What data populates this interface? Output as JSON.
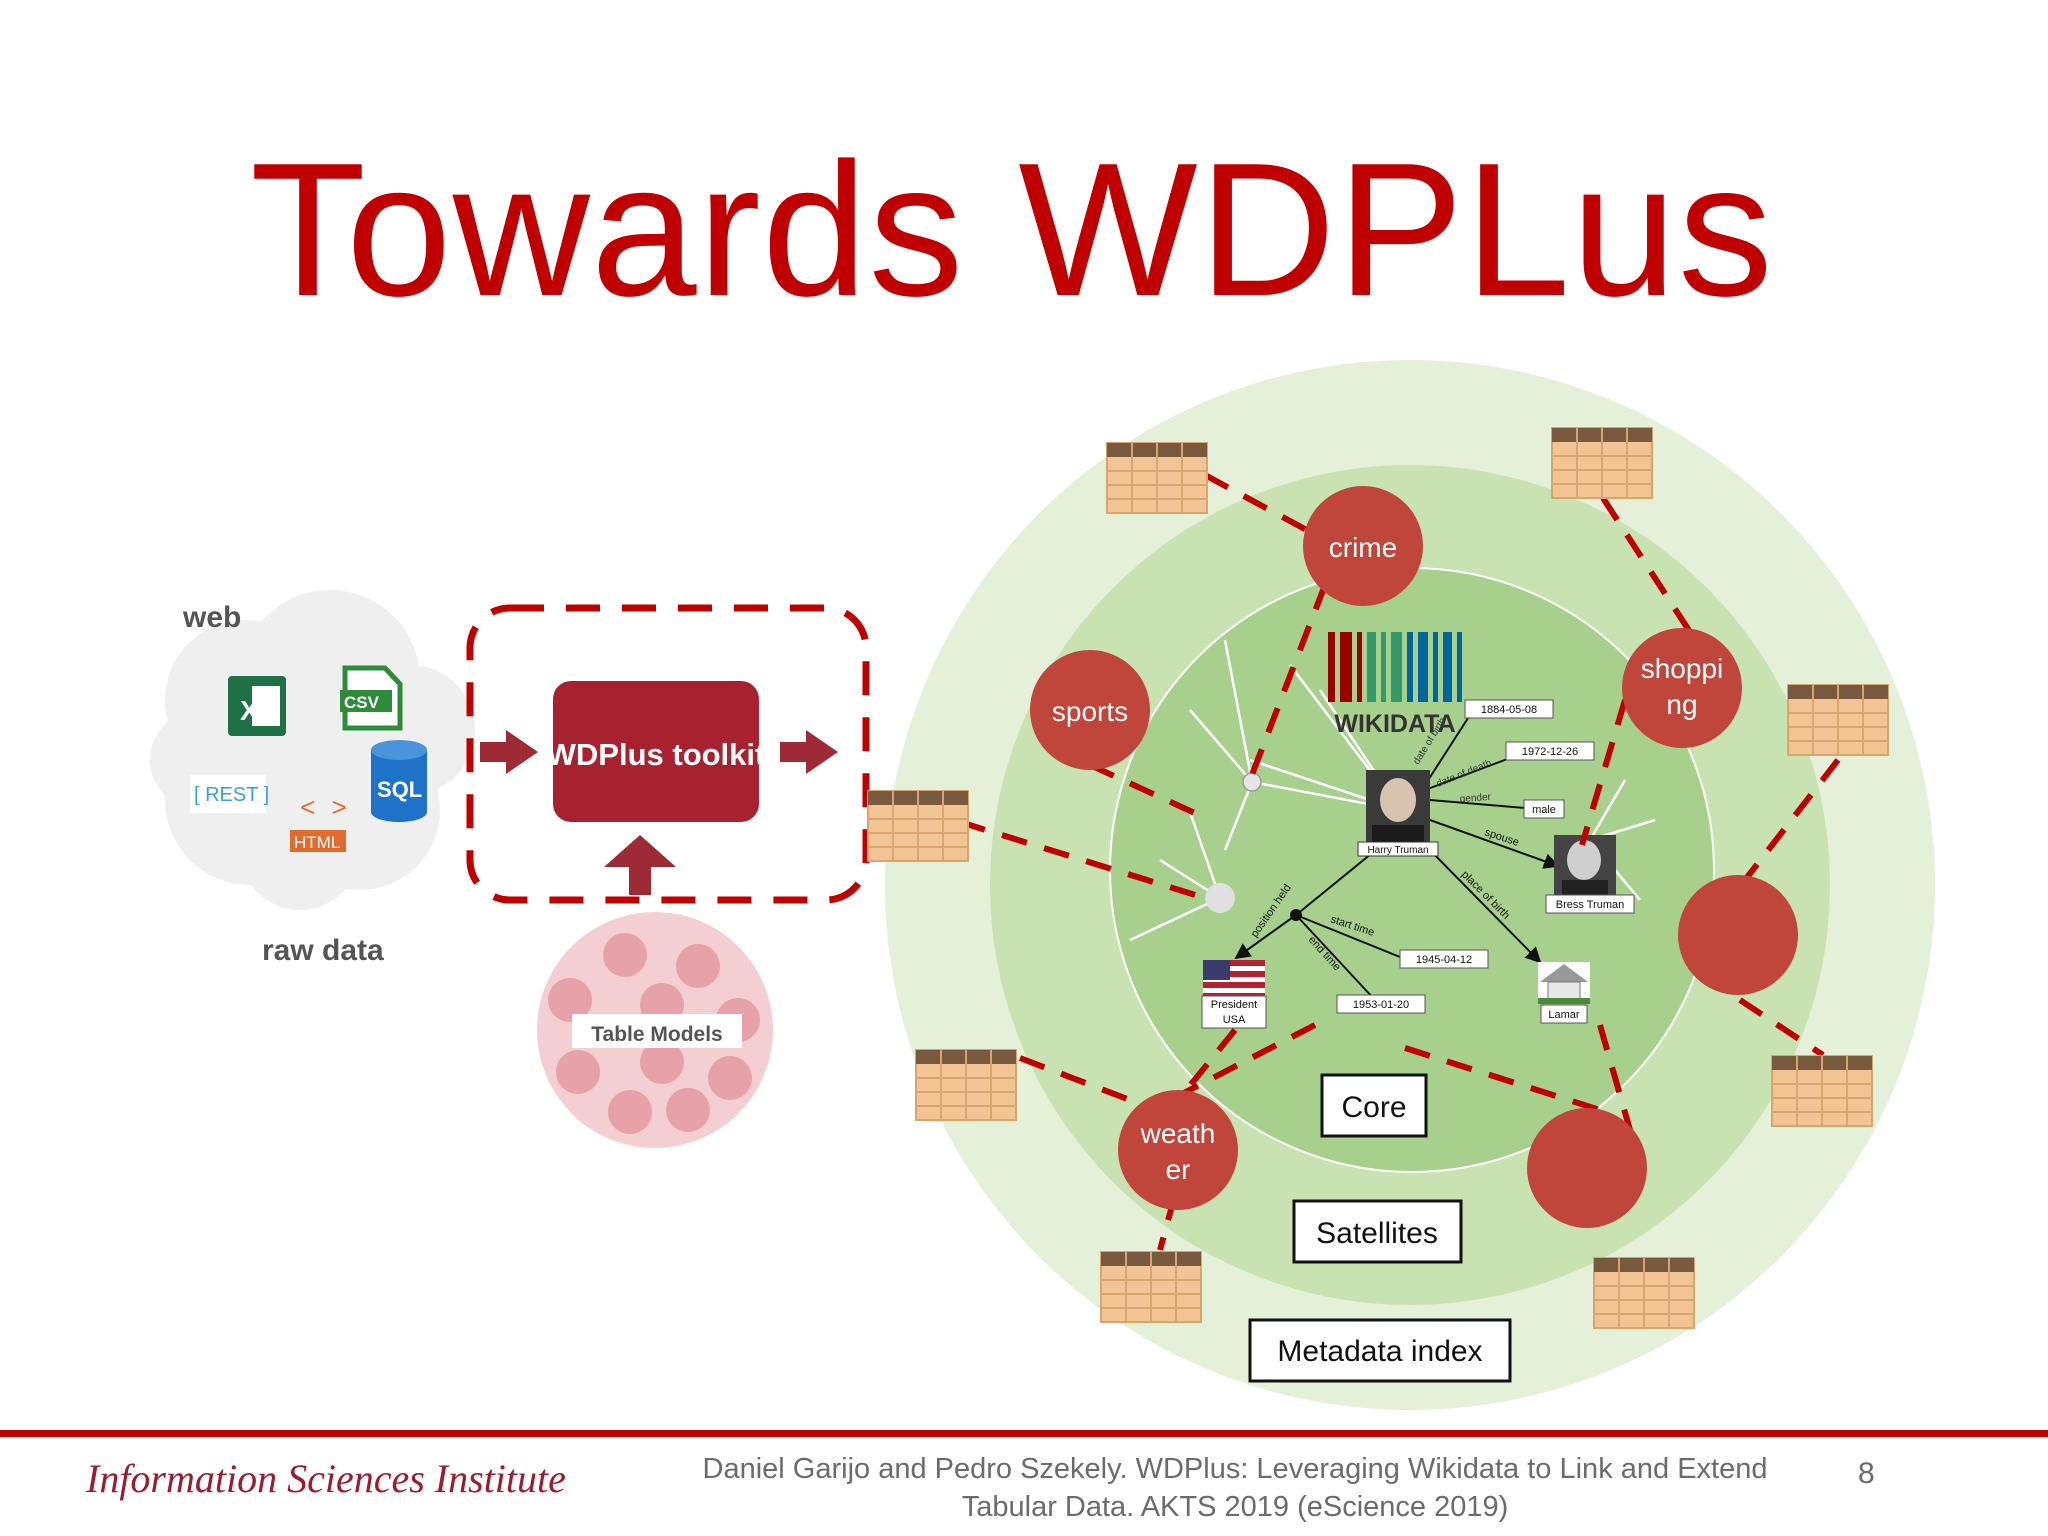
{
  "slide": {
    "title": "Towards WDPLus",
    "page_number": "8"
  },
  "footer": {
    "institute": "Information Sciences Institute",
    "citation_line1": "Daniel Garijo and Pedro Szekely. WDPlus: Leveraging Wikidata to Link and Extend",
    "citation_line2": "Tabular Data. AKTS 2019 (eScience 2019)"
  },
  "left_panel": {
    "web_label": "web",
    "raw_data_label": "raw data",
    "rest_label": "[ REST ]",
    "html_label": "HTML",
    "sql_label": "SQL",
    "csv_label": "CSV",
    "excel_label": "X",
    "toolkit_label": "WDPlus toolkit",
    "table_models_label": "Table Models"
  },
  "graph": {
    "wikidata_label": "WIKIDATA",
    "entity": "Harry Truman",
    "dob_label": "date of birth",
    "dob": "1884-05-08",
    "dod_label": "date of death",
    "dod": "1972-12-26",
    "gender_label": "gender",
    "gender": "male",
    "spouse_label": "spouse",
    "spouse": "Bress Truman",
    "pob_label": "place of birth",
    "pob": "Lamar",
    "position_label": "position held",
    "position_line1": "President",
    "position_line2": "USA",
    "start_label": "start time",
    "start": "1945-04-12",
    "end_label": "end time",
    "end": "1953-01-20"
  },
  "layers": {
    "core": "Core",
    "satellites": "Satellites",
    "metadata": "Metadata index"
  },
  "satellites": {
    "crime": "crime",
    "sports": "sports",
    "shopping_line1": "shoppi",
    "shopping_line2": "ng",
    "weather_line1": "weath",
    "weather_line2": "er"
  },
  "colors": {
    "accent_red": "#c00000",
    "satellite_red": "#c0453a",
    "outer_green": "#e4f0d8",
    "middle_green": "#c9e2b1",
    "core_green": "#a8d08d"
  }
}
